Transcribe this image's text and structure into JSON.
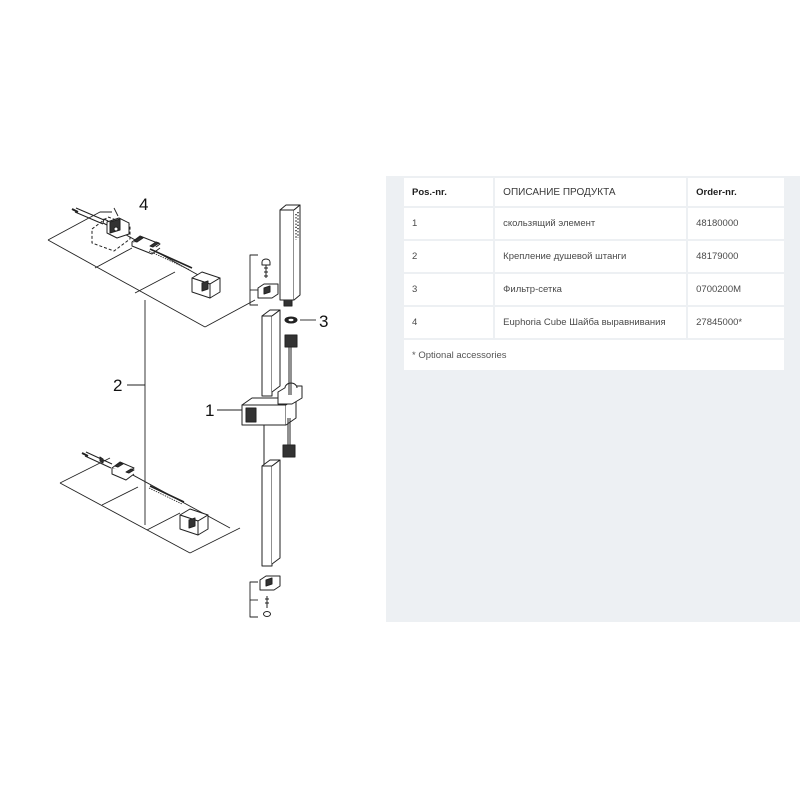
{
  "diagram": {
    "callouts": [
      "4",
      "3",
      "2",
      "1"
    ]
  },
  "table": {
    "headers": {
      "pos": "Pos.-nr.",
      "description": "ОПИСАНИЕ ПРОДУКТА",
      "order": "Order-nr."
    },
    "rows": [
      {
        "pos": "1",
        "description": "скользящий элемент",
        "order": "48180000"
      },
      {
        "pos": "2",
        "description": "Крепление душевой штанги",
        "order": "48179000"
      },
      {
        "pos": "3",
        "description": "Фильтр-сетка",
        "order": "0700200M"
      },
      {
        "pos": "4",
        "description": "Euphoria Cube Шайба выравнивания",
        "order": "27845000*"
      }
    ],
    "note": "* Optional accessories"
  }
}
